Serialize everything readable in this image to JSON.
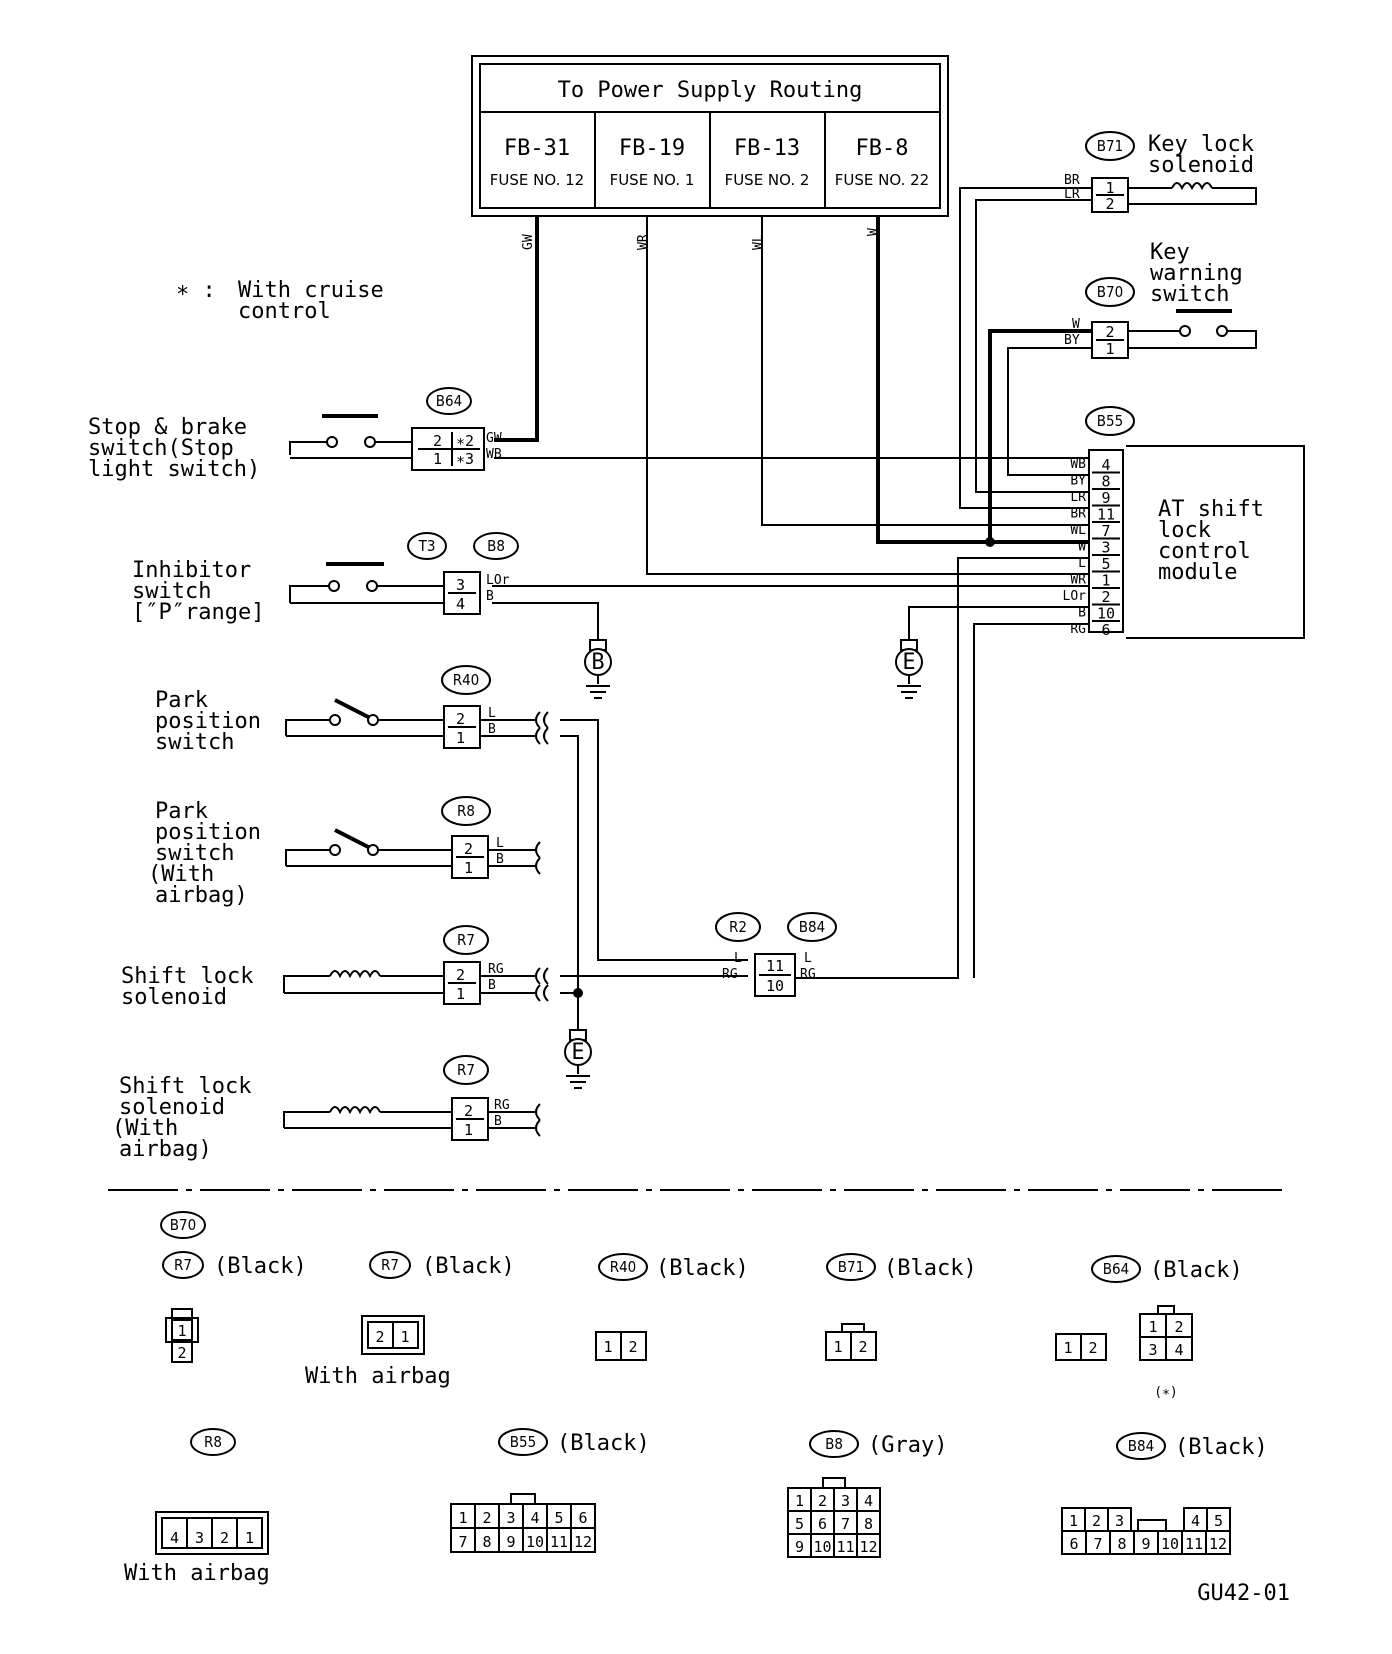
{
  "power_box": {
    "title": "To Power Supply Routing",
    "fuses": [
      {
        "name": "FB-31",
        "fuse": "FUSE NO. 12"
      },
      {
        "name": "FB-19",
        "fuse": "FUSE NO. 1"
      },
      {
        "name": "FB-13",
        "fuse": "FUSE NO. 2"
      },
      {
        "name": "FB-8",
        "fuse": "FUSE NO. 22"
      }
    ],
    "wires": [
      "GW",
      "WR",
      "WL",
      "W"
    ]
  },
  "note": {
    "symbol": "∗ :",
    "line1": "With cruise",
    "line2": "control"
  },
  "components": {
    "stop_switch": [
      "Stop & brake",
      "switch(Stop",
      "light switch)"
    ],
    "inhibitor": [
      "Inhibitor",
      "switch",
      "[″P″range]"
    ],
    "park1": [
      "Park",
      "position",
      "switch"
    ],
    "park2": [
      "Park",
      "position",
      "switch",
      "(With",
      "airbag)"
    ],
    "shift1": [
      "Shift lock",
      "solenoid"
    ],
    "shift2": [
      "Shift lock",
      "solenoid",
      "(With",
      "airbag)"
    ],
    "key_lock": [
      "Key lock",
      "solenoid"
    ],
    "key_warn": [
      "Key",
      "warning",
      "switch"
    ],
    "module": [
      "AT shift",
      "lock",
      "control",
      "module"
    ]
  },
  "refs": {
    "b64": "B64",
    "t3": "T3",
    "b8": "B8",
    "r40": "R40",
    "r8": "R8",
    "r7a": "R7",
    "r7b": "R7",
    "r2": "R2",
    "b84": "B84",
    "b71": "B71",
    "b70": "B70",
    "b55": "B55"
  },
  "grounds": {
    "g1": "B",
    "g2": "E",
    "g3": "E"
  },
  "pins": {
    "b64": [
      "2",
      "1",
      "∗2",
      "∗3"
    ],
    "b8": [
      "3",
      "4"
    ],
    "r40": [
      "2",
      "1"
    ],
    "r8": [
      "2",
      "1"
    ],
    "r7a": [
      "2",
      "1"
    ],
    "r7b": [
      "2",
      "1"
    ],
    "b84": [
      "11",
      "10"
    ],
    "b71": [
      "1",
      "2"
    ],
    "b70": [
      "2",
      "1"
    ],
    "b55": [
      "4",
      "8",
      "9",
      "11",
      "7",
      "3",
      "5",
      "1",
      "2",
      "10",
      "6"
    ]
  },
  "wire_labels": {
    "b64": [
      "GW",
      "WB"
    ],
    "b8": [
      "LOr",
      "B"
    ],
    "r40": [
      "L",
      "B"
    ],
    "r8": [
      "L",
      "B"
    ],
    "r7a": [
      "RG",
      "B"
    ],
    "r7b": [
      "RG",
      "B"
    ],
    "r2_left": [
      "L",
      "RG"
    ],
    "b84_right": [
      "L",
      "RG"
    ],
    "b71": [
      "BR",
      "LR"
    ],
    "b70": [
      "W",
      "BY"
    ],
    "b55": [
      "WB",
      "BY",
      "LR",
      "BR",
      "WL",
      "W",
      "L",
      "WR",
      "LOr",
      "B",
      "RG"
    ]
  },
  "legend": {
    "row1": [
      {
        "refs": [
          "B70",
          "R7"
        ],
        "color": "(Black)",
        "pins": [
          "1",
          "2"
        ],
        "note": ""
      },
      {
        "refs": [
          "R7"
        ],
        "color": "(Black)",
        "pins": [
          "2",
          "1"
        ],
        "note": "With airbag"
      },
      {
        "refs": [
          "R40"
        ],
        "color": "(Black)",
        "pins": [
          "1",
          "2"
        ],
        "note": ""
      },
      {
        "refs": [
          "B71"
        ],
        "color": "(Black)",
        "pins": [
          "1",
          "2"
        ],
        "note": ""
      },
      {
        "refs": [
          "B64"
        ],
        "color": "(Black)",
        "pins": [
          "1",
          "2",
          "1",
          "2",
          "3",
          "4"
        ],
        "note": "(∗)"
      }
    ],
    "row2": [
      {
        "refs": [
          "R8"
        ],
        "color": "",
        "pins": [
          "4",
          "3",
          "2",
          "1"
        ],
        "note": "With airbag"
      },
      {
        "refs": [
          "B55"
        ],
        "color": "(Black)",
        "pins": [
          "1",
          "2",
          "3",
          "4",
          "5",
          "6",
          "7",
          "8",
          "9",
          "10",
          "11",
          "12"
        ],
        "note": ""
      },
      {
        "refs": [
          "B8"
        ],
        "color": "(Gray)",
        "pins": [
          "1",
          "2",
          "3",
          "4",
          "5",
          "6",
          "7",
          "8",
          "9",
          "10",
          "11",
          "12"
        ],
        "note": ""
      },
      {
        "refs": [
          "B84"
        ],
        "color": "(Black)",
        "pins": [
          "1",
          "2",
          "3",
          "4",
          "5",
          "6",
          "7",
          "8",
          "9",
          "10",
          "11",
          "12"
        ],
        "note": ""
      }
    ]
  },
  "figure_id": "GU42-01"
}
